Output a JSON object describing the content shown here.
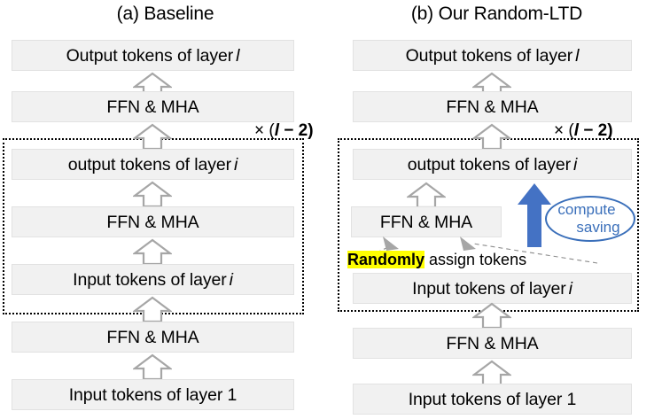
{
  "figure": {
    "type": "diagram",
    "panels": [
      {
        "id": "a",
        "title": "(a) Baseline",
        "repeat_label": {
          "times": "× (",
          "expr": "l",
          "tail": " − 2)"
        },
        "nodes": [
          {
            "key": "out_l",
            "text": "Output tokens of layer",
            "italic_suffix": "l"
          },
          {
            "key": "ffn_top",
            "text": "FFN & MHA",
            "italic_suffix": ""
          },
          {
            "key": "out_i",
            "text": "output tokens of layer",
            "italic_suffix": "i"
          },
          {
            "key": "ffn_mid",
            "text": "FFN & MHA",
            "italic_suffix": ""
          },
          {
            "key": "in_i",
            "text": "Input tokens of layer",
            "italic_suffix": "i"
          },
          {
            "key": "ffn_bot",
            "text": "FFN & MHA",
            "italic_suffix": ""
          },
          {
            "key": "in_1",
            "text": "Input tokens of layer 1",
            "italic_suffix": ""
          }
        ]
      },
      {
        "id": "b",
        "title": "(b) Our Random-LTD",
        "repeat_label": {
          "times": "× (",
          "expr": "l",
          "tail": " − 2)"
        },
        "nodes": [
          {
            "key": "out_l",
            "text": "Output tokens of layer",
            "italic_suffix": "l"
          },
          {
            "key": "ffn_top",
            "text": "FFN & MHA",
            "italic_suffix": ""
          },
          {
            "key": "out_i",
            "text": "output tokens of layer",
            "italic_suffix": "i"
          },
          {
            "key": "ffn_mid",
            "text": "FFN & MHA",
            "italic_suffix": ""
          },
          {
            "key": "in_i",
            "text": "Input tokens of layer",
            "italic_suffix": "i"
          },
          {
            "key": "ffn_bot",
            "text": "FFN & MHA",
            "italic_suffix": ""
          },
          {
            "key": "in_1",
            "text": "Input tokens of layer 1",
            "italic_suffix": ""
          }
        ],
        "annotations": {
          "assign_bold": "Randomly",
          "assign_rest": " assign tokens",
          "callout_line1": "compute",
          "callout_line2": "saving"
        }
      }
    ],
    "colors": {
      "node_fill": "#f1f1f1",
      "node_border": "#e2e2e2",
      "arrow_stroke": "#a6a6a6",
      "arrow_fill": "#ffffff",
      "accent_blue": "#4472c4",
      "callout_blue": "#3a6fba",
      "highlight_yellow": "#ffff00",
      "dotted_border": "#000000"
    }
  }
}
